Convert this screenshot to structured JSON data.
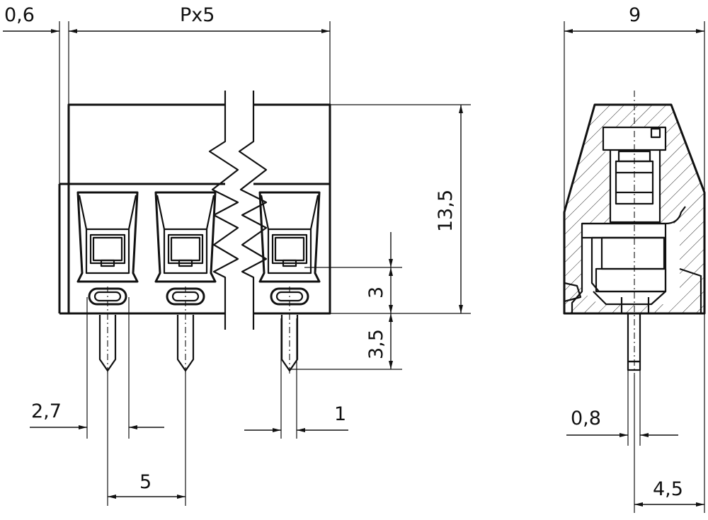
{
  "dimensions": {
    "offset_left": "0,6",
    "pitch_span": "Px5",
    "width_side": "9",
    "height_total": "13,5",
    "height_lower": "3",
    "pin_length": "3,5",
    "pin_width_front": "1",
    "wire_offset": "2,7",
    "pitch": "5",
    "pin_thickness_side": "0,8",
    "pin_position_side": "4,5"
  }
}
